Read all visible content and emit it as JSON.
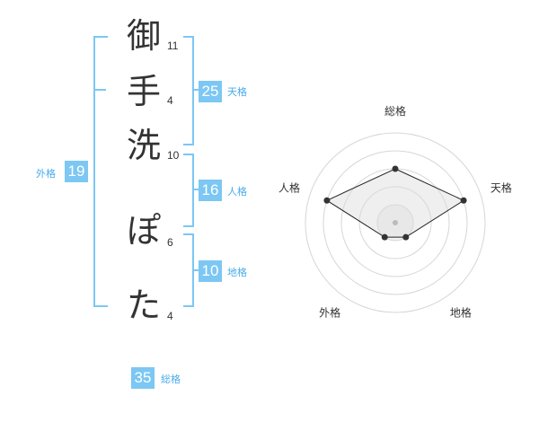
{
  "name_chars": [
    {
      "char": "御",
      "strokes": "11"
    },
    {
      "char": "手",
      "strokes": "4"
    },
    {
      "char": "洗",
      "strokes": "10"
    },
    {
      "char": "ぽ",
      "strokes": "6"
    },
    {
      "char": "た",
      "strokes": "4"
    }
  ],
  "kaku": {
    "tenkaku": {
      "value": "25",
      "label": "天格"
    },
    "jinkaku": {
      "value": "16",
      "label": "人格"
    },
    "chikaku": {
      "value": "10",
      "label": "地格"
    },
    "gaikaku": {
      "value": "19",
      "label": "外格"
    },
    "soukaku": {
      "value": "35",
      "label": "総格"
    }
  },
  "radar": {
    "axes": [
      "総格",
      "天格",
      "地格",
      "外格",
      "人格"
    ],
    "levels": 5,
    "values": [
      3,
      4,
      1,
      1,
      4
    ],
    "max": 5,
    "colors": {
      "grid": "#d6d6d6",
      "fill": "#ededed",
      "line": "#222222",
      "point": "#333333",
      "center": "#bbbbbb"
    }
  },
  "colors": {
    "accent": "#7cc7f3",
    "label": "#4aabe8"
  }
}
